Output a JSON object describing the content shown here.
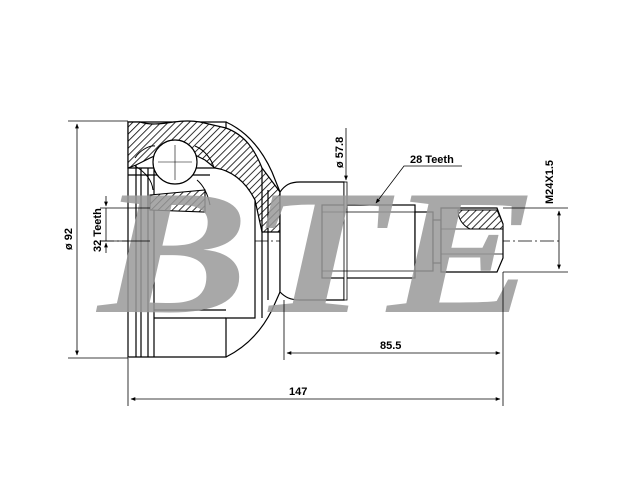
{
  "watermark": {
    "text": "BTE"
  },
  "dimensions": {
    "outer_diameter": "ø 92",
    "inner_teeth": "32 Teeth",
    "shaft_diameter": "ø 57.8",
    "outer_teeth": "28 Teeth",
    "thread": "M24X1.5",
    "shaft_length": "85.5",
    "total_length": "147"
  }
}
